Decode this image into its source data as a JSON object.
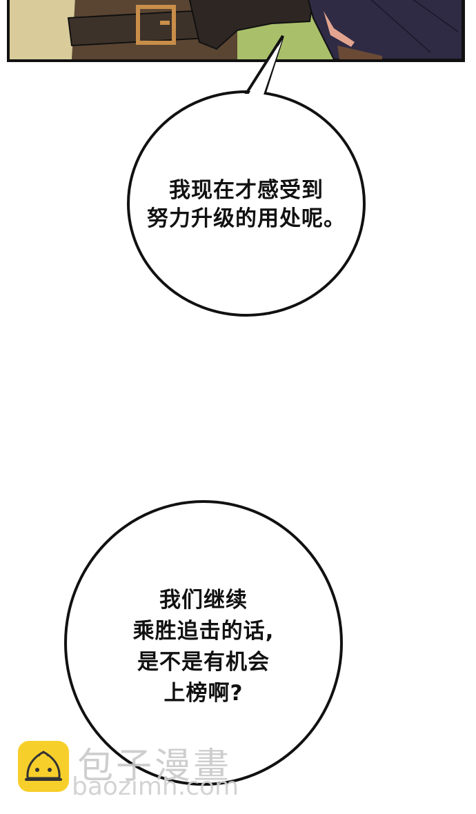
{
  "panel": {
    "description": "comic panel bottom crop: belt with golden buckle, dark-haired character, green background",
    "colors": {
      "border": "#111111",
      "grass": "#a9bf6a",
      "leather": "#5a4532",
      "belt": "#3d3229",
      "buckle": "#c98e4a",
      "hair": "#2f2b45",
      "skin": "#e3a58f"
    }
  },
  "bubbles": [
    {
      "lines": [
        "我现在才感受到",
        "努力升级的用处呢。"
      ]
    },
    {
      "lines": [
        "我们继续",
        "乘胜追击的话,",
        "是不是有机会",
        "上榜啊?"
      ]
    }
  ],
  "watermark": {
    "brand_cn": "包子漫畫",
    "url": "baozimh.com",
    "logo_color": "#f7cf2b",
    "icon": "steamed-bun-icon"
  }
}
